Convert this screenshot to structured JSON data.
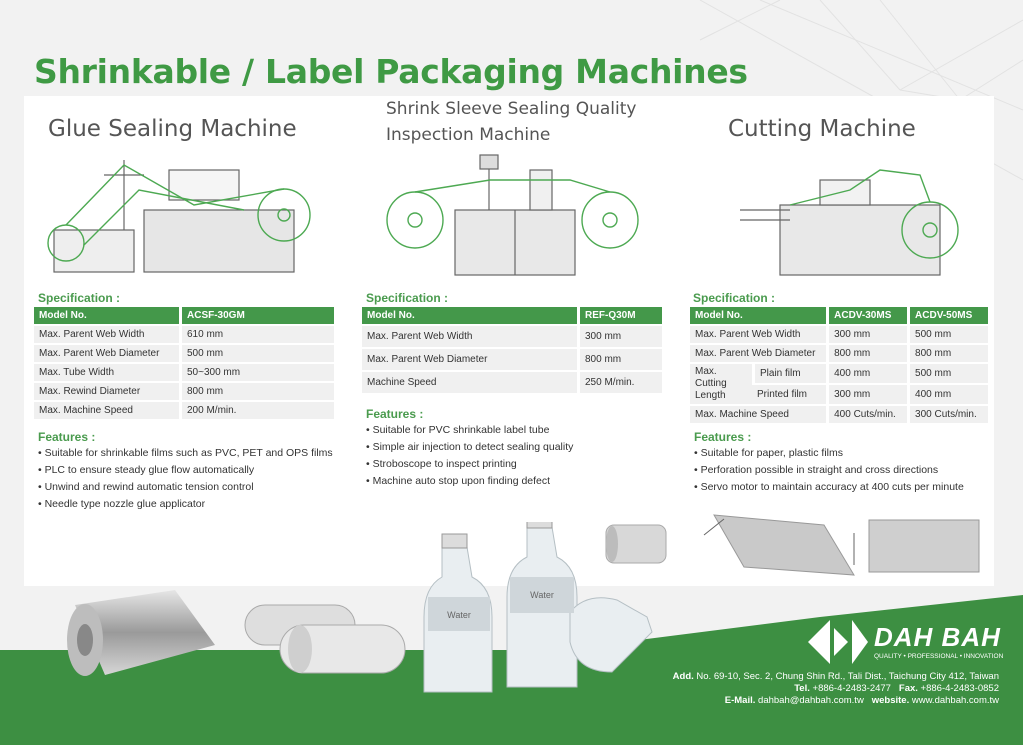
{
  "title": "Shrinkable / Label Packaging Machines",
  "sections": {
    "glue": {
      "title": "Glue Sealing Machine",
      "spec_heading": "Specification :",
      "header": [
        "Model No.",
        "ACSF-30GM"
      ],
      "rows": [
        [
          "Max. Parent Web Width",
          "610 mm"
        ],
        [
          "Max. Parent Web Diameter",
          "500 mm"
        ],
        [
          "Max. Tube Width",
          "50~300 mm"
        ],
        [
          "Max. Rewind Diameter",
          "800 mm"
        ],
        [
          "Max. Machine Speed",
          "200 M/min."
        ]
      ],
      "features_heading": "Features :",
      "features": [
        "Suitable for shrinkable films such as PVC, PET and OPS films",
        "PLC to ensure steady glue flow automatically",
        "Unwind and rewind automatic tension control",
        "Needle type nozzle glue applicator"
      ]
    },
    "inspect": {
      "title_line1": "Shrink Sleeve Sealing Quality",
      "title_line2": "Inspection Machine",
      "spec_heading": "Specification :",
      "header": [
        "Model No.",
        "REF-Q30M"
      ],
      "rows": [
        [
          "Max. Parent Web Width",
          "300 mm"
        ],
        [
          "Max. Parent Web Diameter",
          "800 mm"
        ],
        [
          "Machine Speed",
          "250 M/min."
        ]
      ],
      "features_heading": "Features :",
      "features": [
        "Suitable for PVC shrinkable label tube",
        "Simple air injection to detect sealing quality",
        "Stroboscope to inspect printing",
        "Machine auto stop upon finding defect"
      ]
    },
    "cutting": {
      "title": "Cutting Machine",
      "spec_heading": "Specification :",
      "header": [
        "Model No.",
        "ACDV-30MS",
        "ACDV-50MS"
      ],
      "row_web_width": [
        "Max. Parent Web Width",
        "300 mm",
        "500 mm"
      ],
      "row_web_diameter": [
        "Max. Parent Web Diameter",
        "800 mm",
        "800 mm"
      ],
      "cutting_label": "Max. Cutting Length",
      "row_plain": [
        "Plain film",
        "400 mm",
        "500 mm"
      ],
      "row_printed": [
        "Printed film",
        "300 mm",
        "400 mm"
      ],
      "row_speed": [
        "Max. Machine Speed",
        "400 Cuts/min.",
        "300 Cuts/min."
      ],
      "features_heading": "Features :",
      "features": [
        "Suitable for paper, plastic films",
        "Perforation possible in straight and cross directions",
        "Servo motor to maintain accuracy at 400 cuts per minute"
      ]
    }
  },
  "bottle_label": "Water",
  "brand": {
    "name": "DAH BAH",
    "tagline": "QUALITY • PROFESSIONAL • INNOVATION"
  },
  "contact": {
    "add_label": "Add.",
    "address": "No. 69-10, Sec. 2, Chung Shin Rd., Tali Dist., Taichung City 412, Taiwan",
    "tel_label": "Tel.",
    "tel": "+886-4-2483-2477",
    "fax_label": "Fax.",
    "fax": "+886-4-2483-0852",
    "email_label": "E-Mail.",
    "email": "dahbah@dahbah.com.tw",
    "web_label": "website.",
    "web": "www.dahbah.com.tw"
  },
  "colors": {
    "accent": "#3f9a44",
    "band": "#3d8f42"
  }
}
